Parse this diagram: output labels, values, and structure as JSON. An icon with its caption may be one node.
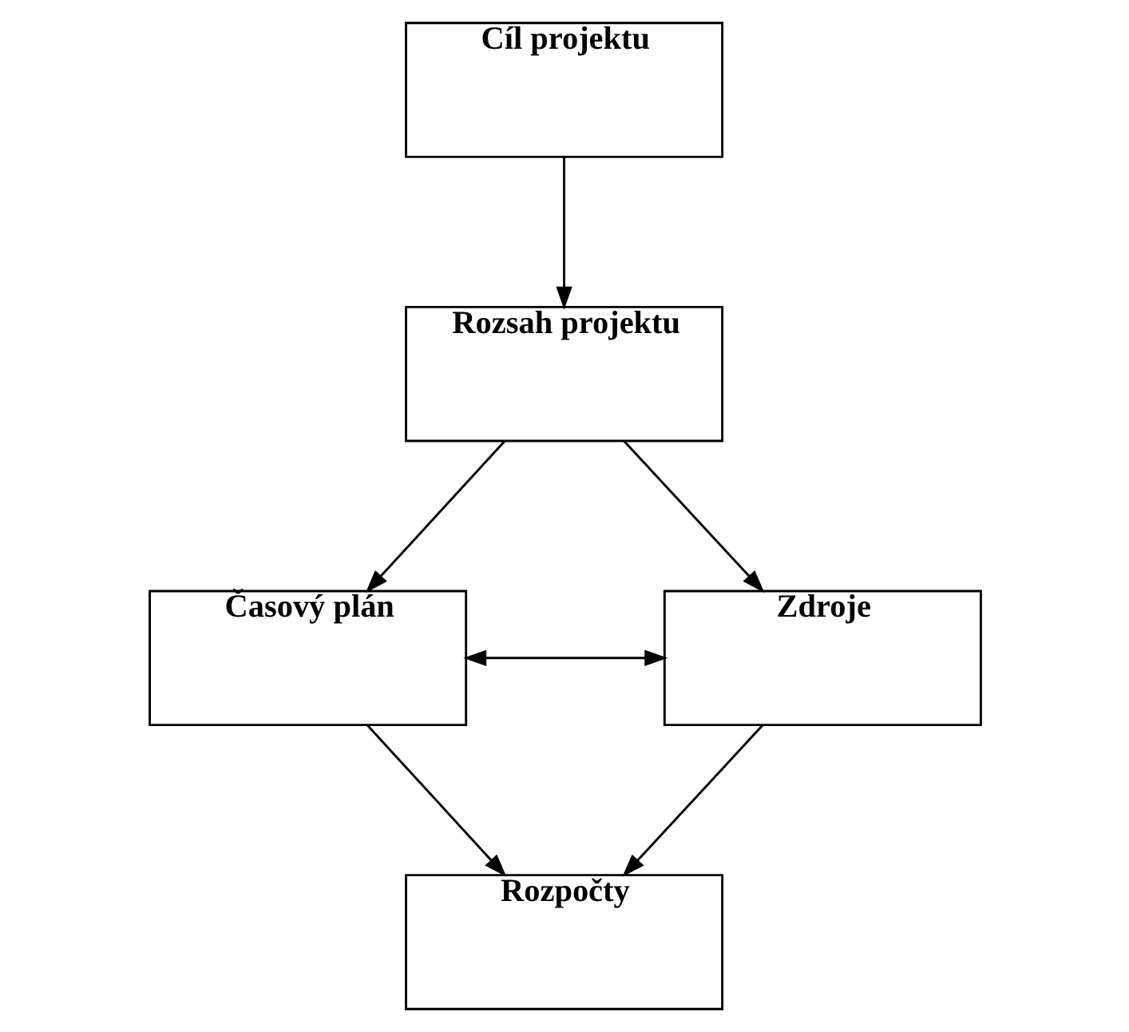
{
  "diagram": {
    "nodes": [
      {
        "text": [
          "Cíl projektu"
        ]
      },
      {
        "text": [
          "Rozsah projektu"
        ]
      },
      {
        "text": [
          "Časový plán"
        ]
      },
      {
        "text": [
          "Zdroje"
        ]
      },
      {
        "text": [
          "Rozpočty"
        ]
      }
    ],
    "edges": [
      {
        "from": 0,
        "to": 1,
        "arrow": "to"
      },
      {
        "from": 1,
        "to": 2,
        "arrow": "to"
      },
      {
        "from": 1,
        "to": 3,
        "arrow": "to"
      },
      {
        "from": 2,
        "to": 3,
        "arrow": "both"
      },
      {
        "from": 2,
        "to": 4,
        "arrow": "to"
      },
      {
        "from": 3,
        "to": 4,
        "arrow": "to"
      }
    ]
  }
}
